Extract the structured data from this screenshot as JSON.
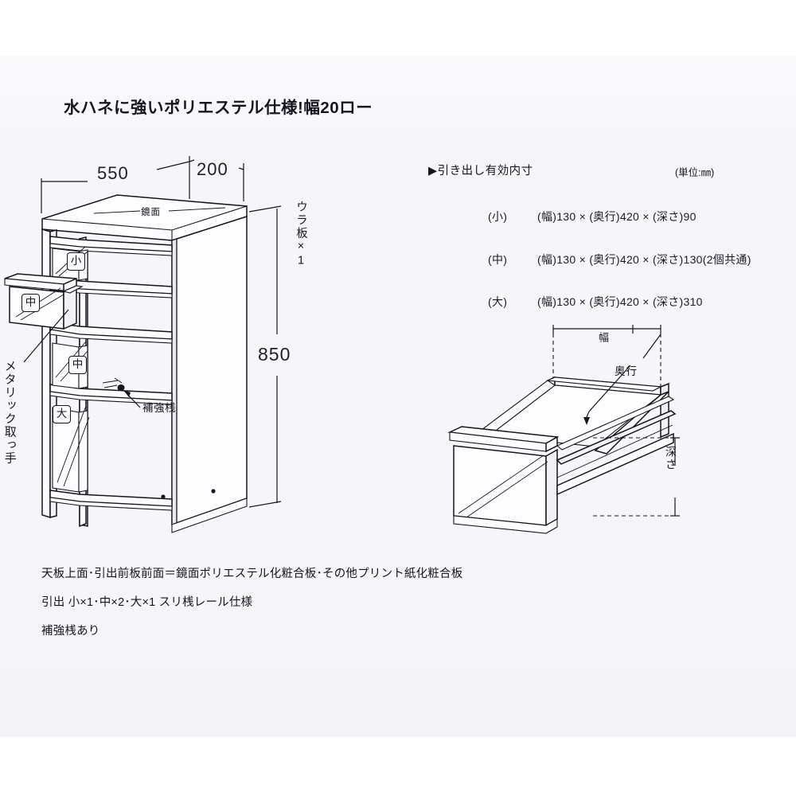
{
  "title": "水ハネに強いポリエステル仕様!幅20ロー",
  "cabinet": {
    "dim_width": "550",
    "dim_depth": "200",
    "dim_height": "850",
    "label_mirror": "鏡面",
    "label_backboard": "ウラ板×1",
    "label_handle": "メタリック取っ手",
    "label_brace": "補強桟",
    "badges": {
      "small": "小",
      "mid_upper": "中",
      "mid_lower": "中",
      "large": "大"
    }
  },
  "spec": {
    "heading": "▶引き出し有効内寸",
    "unit": "(単位:㎜)",
    "rows": [
      {
        "size": "(小)",
        "text": "(幅)130 × (奥行)420 × (深さ)90"
      },
      {
        "size": "(中)",
        "text": "(幅)130 × (奥行)420 × (深さ)130(2個共通)"
      },
      {
        "size": "(大)",
        "text": "(幅)130 × (奥行)420 × (深さ)310"
      }
    ]
  },
  "drawer_diagram": {
    "label_width": "幅",
    "label_depth": "奥行",
    "label_height": "深さ"
  },
  "notes": [
    "天板上面･引出前板前面＝鏡面ポリエステル化粧合板･その他プリント紙化粧合板",
    "引出 小×1･中×2･大×1 スリ桟レール仕様",
    "補強桟あり"
  ],
  "colors": {
    "ink": "#15151f",
    "paper": "#f7f7fb",
    "panel_light": "#fdfdff",
    "panel_shade": "#eeeef4"
  }
}
